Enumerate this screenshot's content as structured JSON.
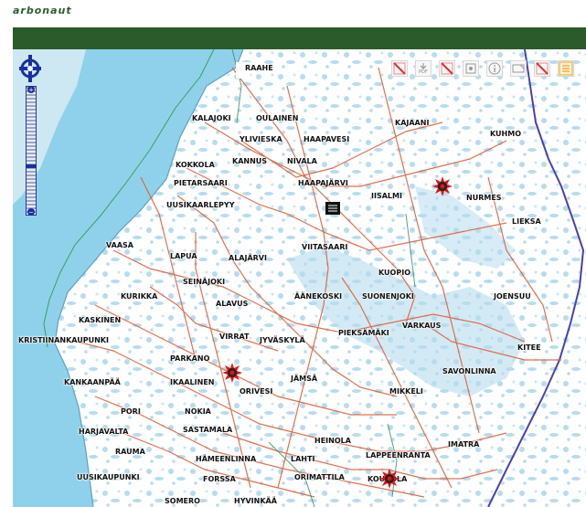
{
  "app": {
    "logo": "arbonaut"
  },
  "map": {
    "cities": [
      {
        "name": "RAAHE"
      },
      {
        "name": "KALAJOKI"
      },
      {
        "name": "OULAINEN"
      },
      {
        "name": "KAJAANI"
      },
      {
        "name": "YLIVIESKA"
      },
      {
        "name": "HAAPAVESI"
      },
      {
        "name": "KUHMO"
      },
      {
        "name": "KOKKOLA"
      },
      {
        "name": "KANNUS"
      },
      {
        "name": "NIVALA"
      },
      {
        "name": "PIETARSAARI"
      },
      {
        "name": "HAAPAJÄRVI"
      },
      {
        "name": "UUSIKAARLEPYY"
      },
      {
        "name": "IISALMI"
      },
      {
        "name": "NURMES"
      },
      {
        "name": "LIEKSA"
      },
      {
        "name": "VAASA"
      },
      {
        "name": "LAPUA"
      },
      {
        "name": "ALAJÄRVI"
      },
      {
        "name": "VIITASAARI"
      },
      {
        "name": "SEINÄJOKI"
      },
      {
        "name": "KUOPIO"
      },
      {
        "name": "KURIKKA"
      },
      {
        "name": "ALAVUS"
      },
      {
        "name": "ÄÄNEKOSKI"
      },
      {
        "name": "SUONENJOKI"
      },
      {
        "name": "JOENSUU"
      },
      {
        "name": "KASKINEN"
      },
      {
        "name": "VARKAUS"
      },
      {
        "name": "KRISTIINANKAUPUNKI"
      },
      {
        "name": "VIRRAT"
      },
      {
        "name": "JYVÄSKYLÄ"
      },
      {
        "name": "PIEKSÄMÄKI"
      },
      {
        "name": "KITEE"
      },
      {
        "name": "PARKANO"
      },
      {
        "name": "SAVONLINNA"
      },
      {
        "name": "KANKAANPÄÄ"
      },
      {
        "name": "IKAALINEN"
      },
      {
        "name": "JÄMSÄ"
      },
      {
        "name": "ORIVESI"
      },
      {
        "name": "MIKKELI"
      },
      {
        "name": "PORI"
      },
      {
        "name": "NOKIA"
      },
      {
        "name": "HARJAVALTA"
      },
      {
        "name": "SASTAMALA"
      },
      {
        "name": "HEINOLA"
      },
      {
        "name": "IMATRA"
      },
      {
        "name": "RAUMA"
      },
      {
        "name": "HÄMEENLINNA"
      },
      {
        "name": "LAHTI"
      },
      {
        "name": "LAPPEENRANTA"
      },
      {
        "name": "UUSIKAUPUNKI"
      },
      {
        "name": "FORSSA"
      },
      {
        "name": "ORIMATTILA"
      },
      {
        "name": "KOUVOLA"
      },
      {
        "name": "SOMERO"
      },
      {
        "name": "HYVINKÄÄ"
      }
    ],
    "markers": [
      {
        "type": "red-burst"
      },
      {
        "type": "black-square"
      },
      {
        "type": "red-burst"
      },
      {
        "type": "red-burst"
      }
    ],
    "toolbar": [
      {
        "icon": "disabled-tool-icon"
      },
      {
        "icon": "pdf-export-icon",
        "label": "PDF"
      },
      {
        "icon": "disabled-tool-icon"
      },
      {
        "icon": "zoom-extent-icon"
      },
      {
        "icon": "info-icon"
      },
      {
        "icon": "measure-icon"
      },
      {
        "icon": "disabled-tool-icon"
      },
      {
        "icon": "layers-list-icon"
      }
    ],
    "colors": {
      "sea": "#8fd1ea",
      "land": "#ffffff",
      "lake": "#b6dcef",
      "roads": "#e0603a",
      "border": "#4a3fb5"
    }
  }
}
